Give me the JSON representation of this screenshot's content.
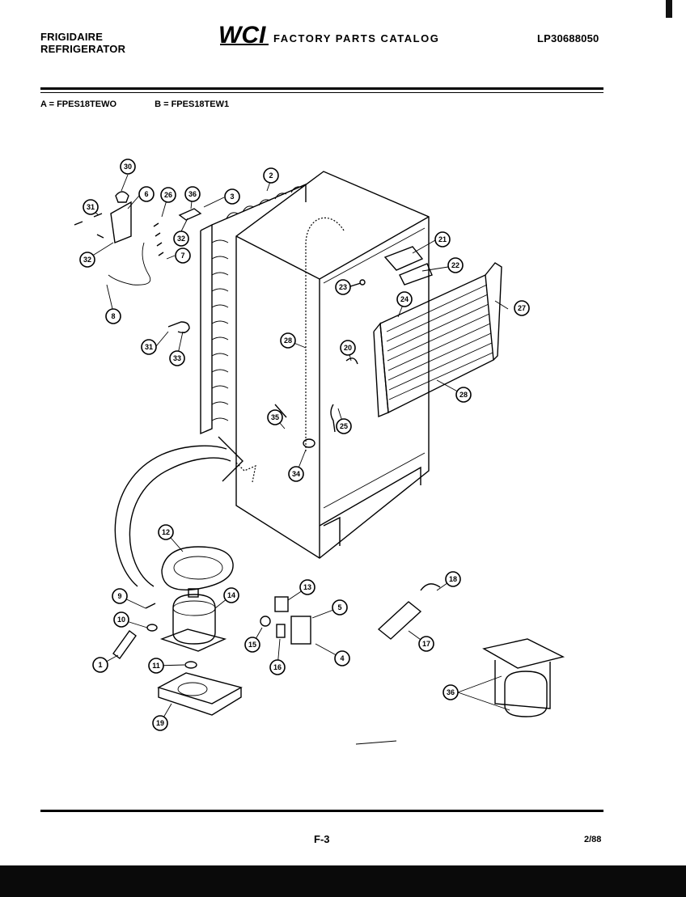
{
  "header": {
    "brand_line1": "FRIGIDAIRE",
    "brand_line2": "REFRIGERATOR",
    "logo_text": "WCI",
    "catalog_title": "FACTORY PARTS CATALOG",
    "catalog_code": "LP30688050"
  },
  "models": {
    "a": "A = FPES18TEWO",
    "b": "B = FPES18TEW1"
  },
  "footer": {
    "page": "F-3",
    "date": "2/88"
  },
  "callouts": [
    "30",
    "6",
    "26",
    "36",
    "3",
    "2",
    "31",
    "32",
    "32",
    "7",
    "8",
    "21",
    "22",
    "23",
    "24",
    "27",
    "31",
    "33",
    "28",
    "20",
    "25",
    "28",
    "35",
    "34",
    "12",
    "9",
    "14",
    "13",
    "10",
    "5",
    "15",
    "16",
    "4",
    "1",
    "11",
    "19",
    "18",
    "17",
    "36"
  ]
}
